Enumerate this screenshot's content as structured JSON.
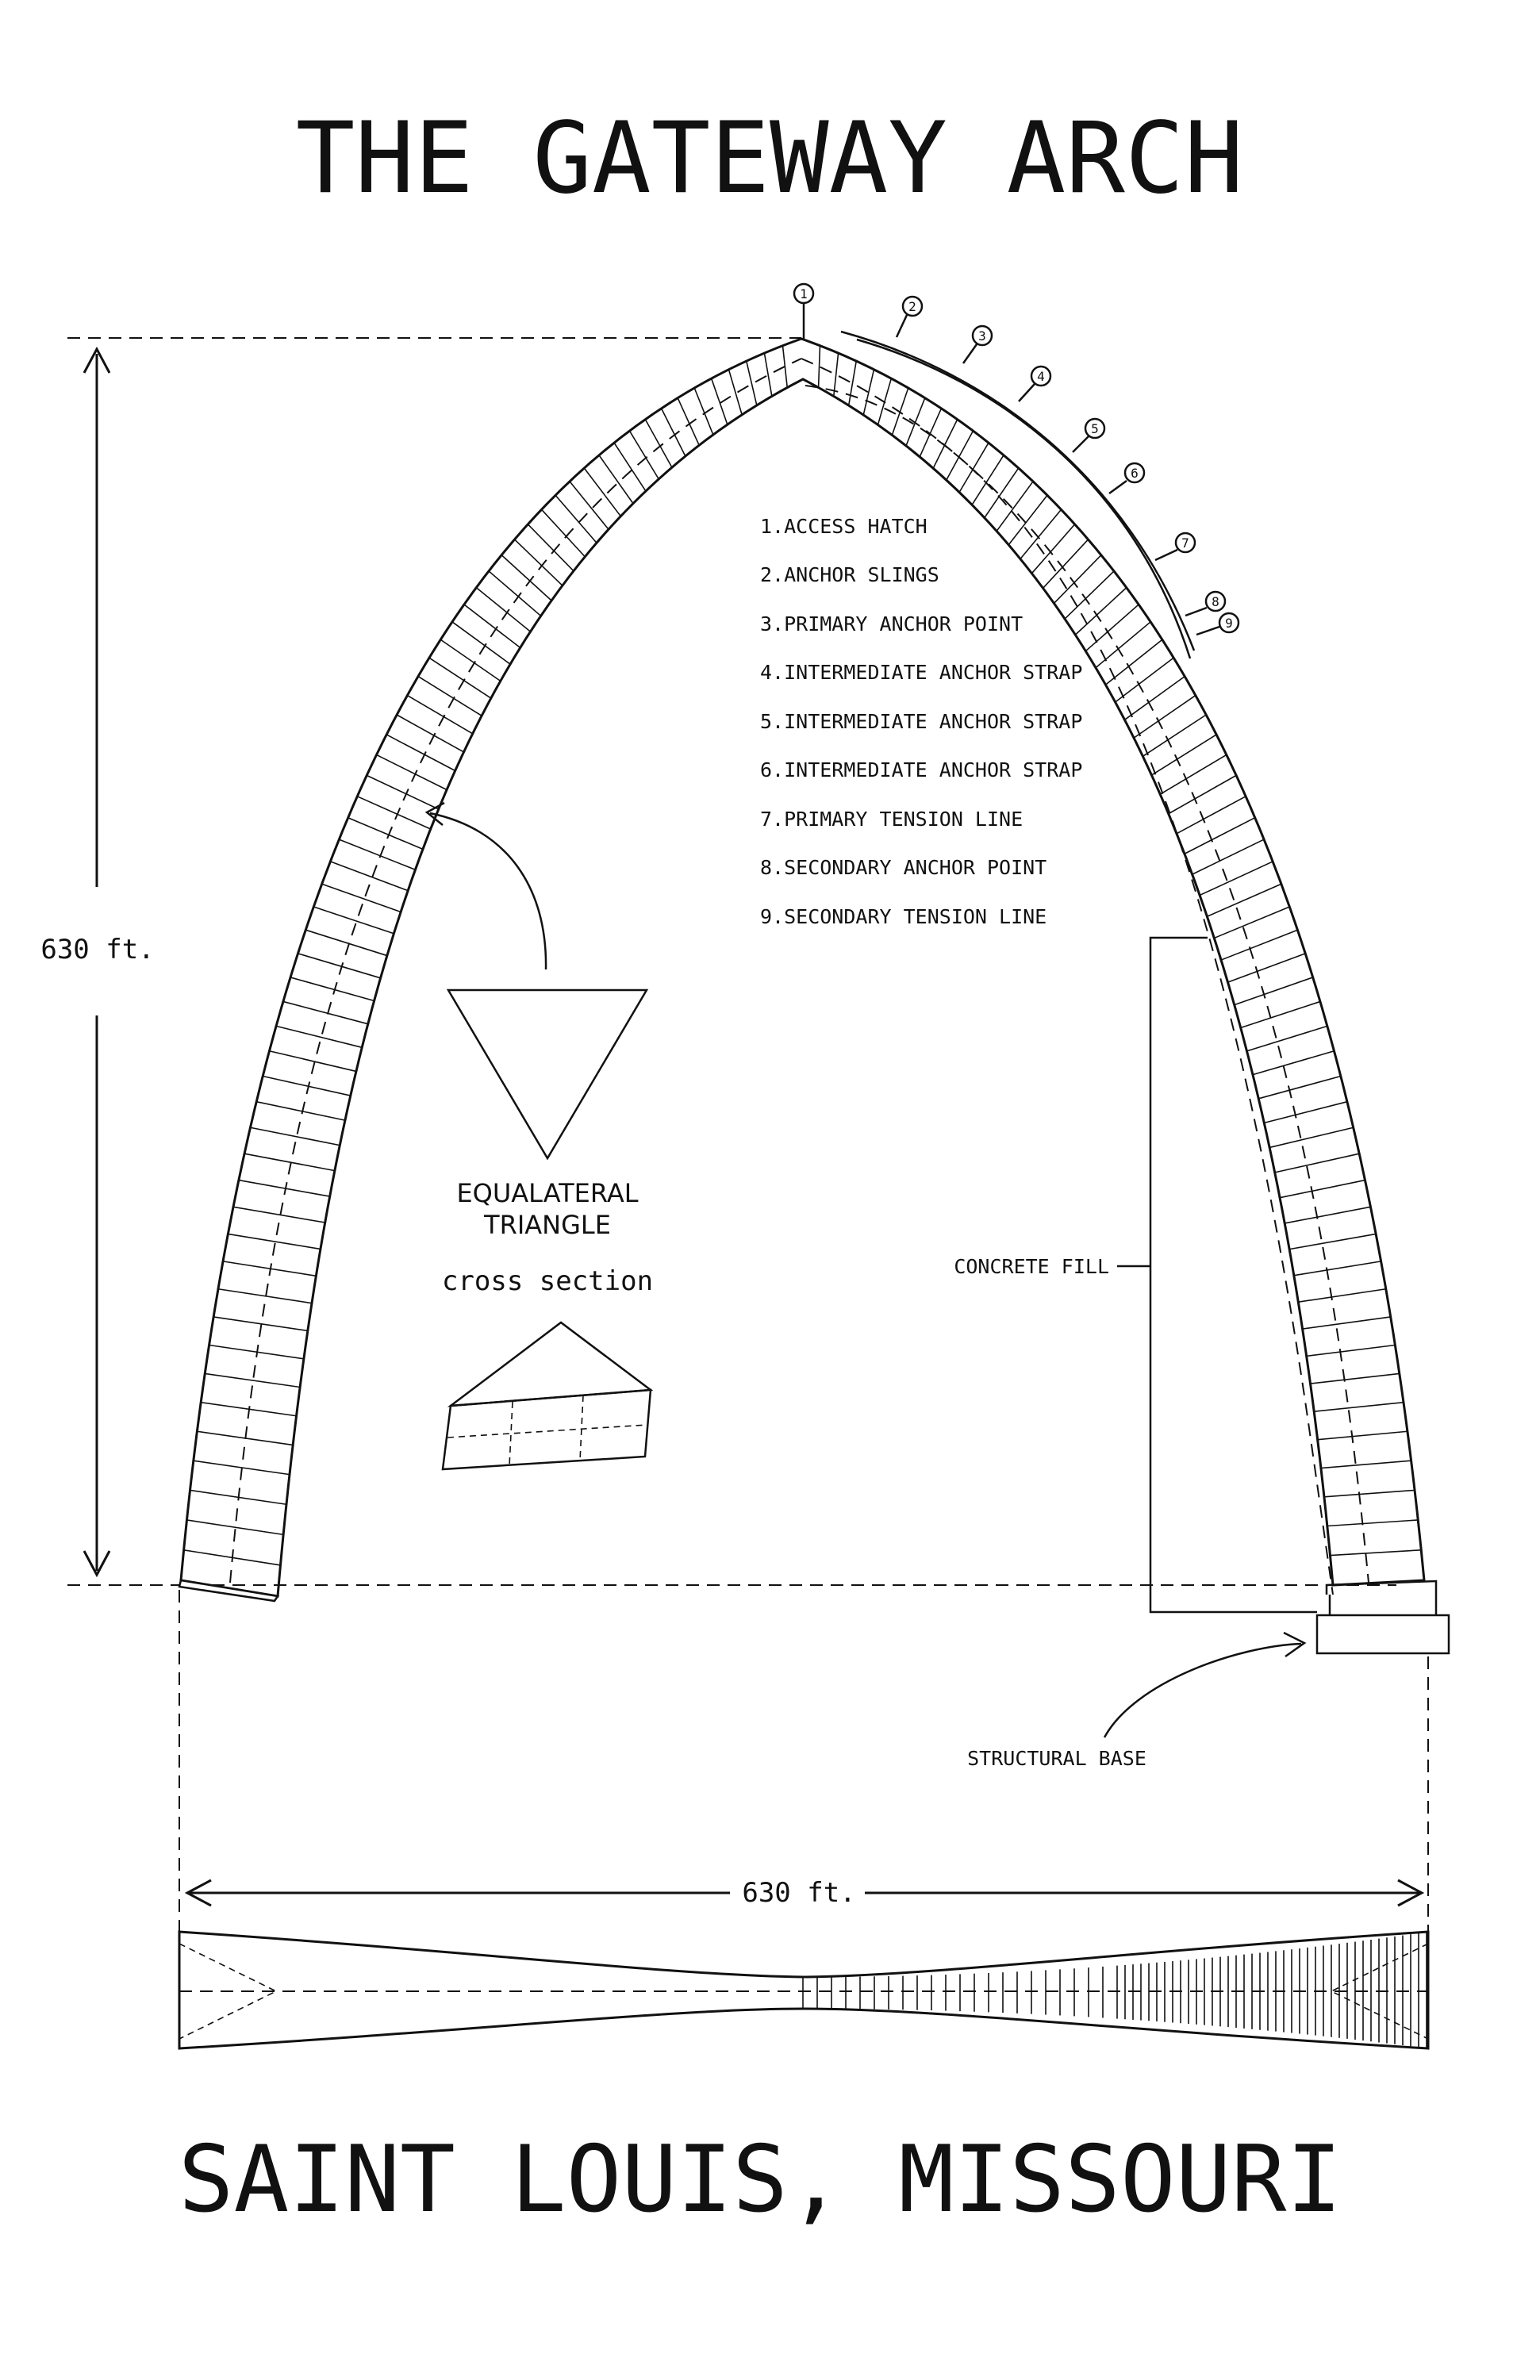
{
  "title": "THE GATEWAY ARCH",
  "footer": "SAINT LOUIS, MISSOURI",
  "height_dimension": "630 ft.",
  "width_dimension": "630 ft.",
  "cross_section": {
    "line1": "EQUALATERAL",
    "line2": "TRIANGLE",
    "line3": "cross section"
  },
  "concrete_label": "CONCRETE FILL",
  "base_label": "STRUCTURAL BASE",
  "legend": [
    {
      "num": "1",
      "text": "1.ACCESS HATCH"
    },
    {
      "num": "2",
      "text": "2.ANCHOR SLINGS"
    },
    {
      "num": "3",
      "text": "3.PRIMARY ANCHOR POINT"
    },
    {
      "num": "4",
      "text": "4.INTERMEDIATE ANCHOR STRAP"
    },
    {
      "num": "5",
      "text": "5.INTERMEDIATE ANCHOR STRAP"
    },
    {
      "num": "6",
      "text": "6.INTERMEDIATE ANCHOR STRAP"
    },
    {
      "num": "7",
      "text": "7.PRIMARY TENSION LINE"
    },
    {
      "num": "8",
      "text": "8.SECONDARY ANCHOR POINT"
    },
    {
      "num": "9",
      "text": "9.SECONDARY TENSION LINE"
    }
  ]
}
